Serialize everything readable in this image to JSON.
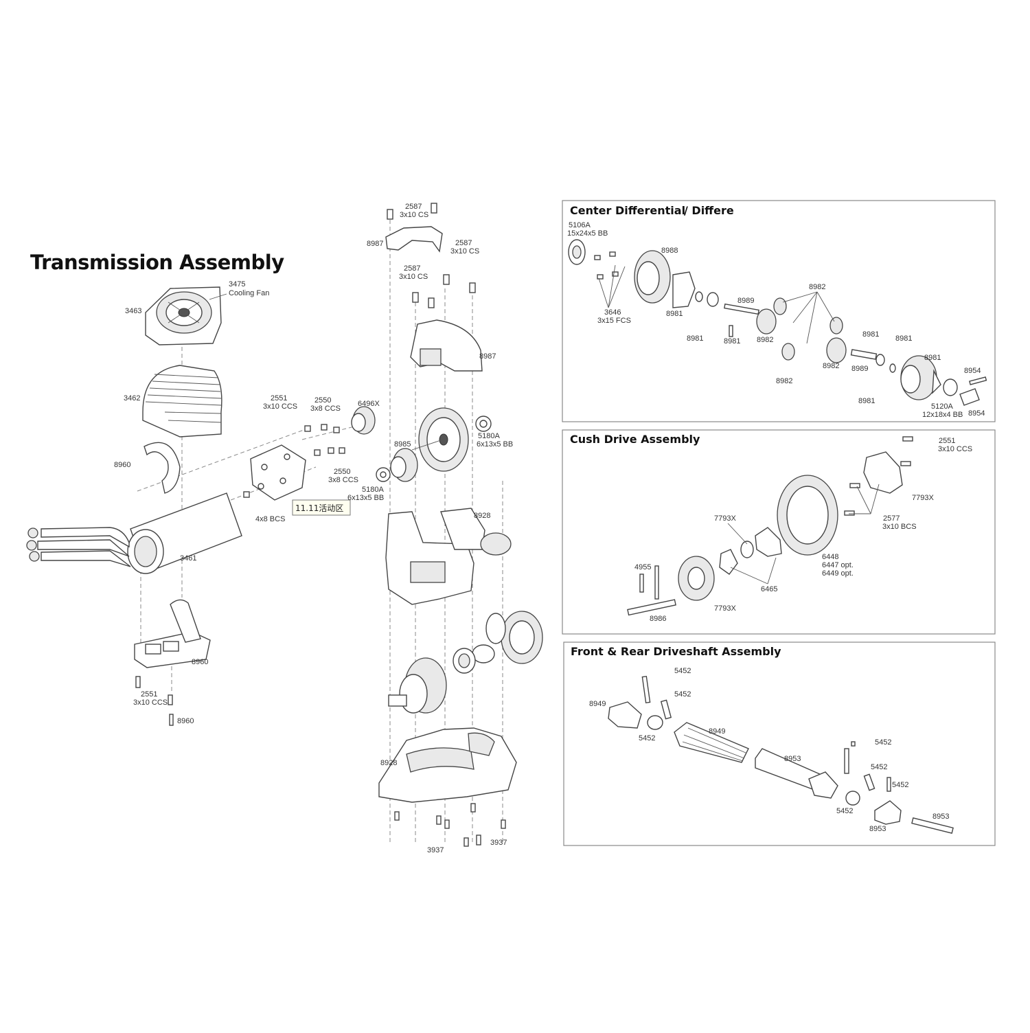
{
  "transmission": {
    "title": "Transmission Assembly",
    "labels": {
      "cooling_fan_num": "3475",
      "cooling_fan_name": "Cooling Fan",
      "fan_housing": "3463",
      "heat_sink": "3462",
      "clip": "8960",
      "motor": "3461",
      "mount_top_num": "2551",
      "mount_top_size": "3x10 CCS",
      "screw_2550_a_num": "2550",
      "screw_2550_a_size": "3x8 CCS",
      "pinion": "6496X",
      "screw_2550_b_num": "2550",
      "screw_2550_b_size": "3x8 CCS",
      "set_screw_num": "4x8 BCS",
      "mount_lower": "8960",
      "screw_2551_b_num": "2551",
      "screw_2551_b_size": "3x10 CCS",
      "screw_8960": "8960",
      "promo_tag": "11.11活动区"
    }
  },
  "gearbox": {
    "labels": {
      "top_screw_num": "2587",
      "top_screw_size": "3x10 CS",
      "brace": "8987",
      "right_screw_num": "2587",
      "right_screw_size": "3x10 CS",
      "mid_screw_num": "2587",
      "mid_screw_size": "3x10 CS",
      "cover": "8987",
      "bearing_r_num": "5180A",
      "bearing_r_size": "6x13x5 BB",
      "idler": "8985",
      "bearing_l_num": "5180A",
      "bearing_l_size": "6x13x5 BB",
      "case_upper": "8928",
      "case_lower": "8928",
      "bottom_screw_a": "3937",
      "bottom_screw_b": "3937"
    }
  },
  "center_diff": {
    "title": "Center Differential",
    "title_suffix": "/ Differe",
    "labels": {
      "bearing_num": "5106A",
      "bearing_size": "15x24x5 BB",
      "ring_gear": "8988",
      "screws_num": "3646",
      "screws_size": "3x15 FCS",
      "housing": "8981",
      "gasket": "8981",
      "shaft_a": "8989",
      "pin": "8981",
      "spider_gears": "8982",
      "spider_a": "8982",
      "side_gear": "8982",
      "spider_b": "8982",
      "washer_a": "8981",
      "washer_b": "8981",
      "shaft_b": "8989",
      "washer_c": "8981",
      "carrier": "8981",
      "output_pin": "8954",
      "bearing2_num": "5120A",
      "bearing2_size": "12x18x4 BB",
      "output_cup": "8954"
    }
  },
  "cush_drive": {
    "title": "Cush Drive Assembly",
    "labels": {
      "screw_num": "2551",
      "screw_size": "3x10 CCS",
      "plate": "7793X",
      "bolts_num": "2577",
      "bolts_size": "3x10 BCS",
      "spur_num": "6448",
      "spur_opt1": "6447 opt.",
      "spur_opt2": "6449 opt.",
      "hub_top": "7793X",
      "pin_num": "4955",
      "cush_rubber": "6465",
      "hub_bottom": "7793X",
      "shaft": "8986"
    }
  },
  "driveshaft": {
    "title": "Front & Rear Driveshaft Assembly",
    "labels": {
      "pin_top": "5452",
      "yoke_l": "8949",
      "pin_mid": "5452",
      "cross_l": "5452",
      "splined": "8949",
      "tube": "8953",
      "pin_r_top": "5452",
      "pin_r_mid": "5452",
      "pin_r_right": "5452",
      "cross_r": "5452",
      "yoke_r": "8953",
      "stub": "8953"
    }
  }
}
